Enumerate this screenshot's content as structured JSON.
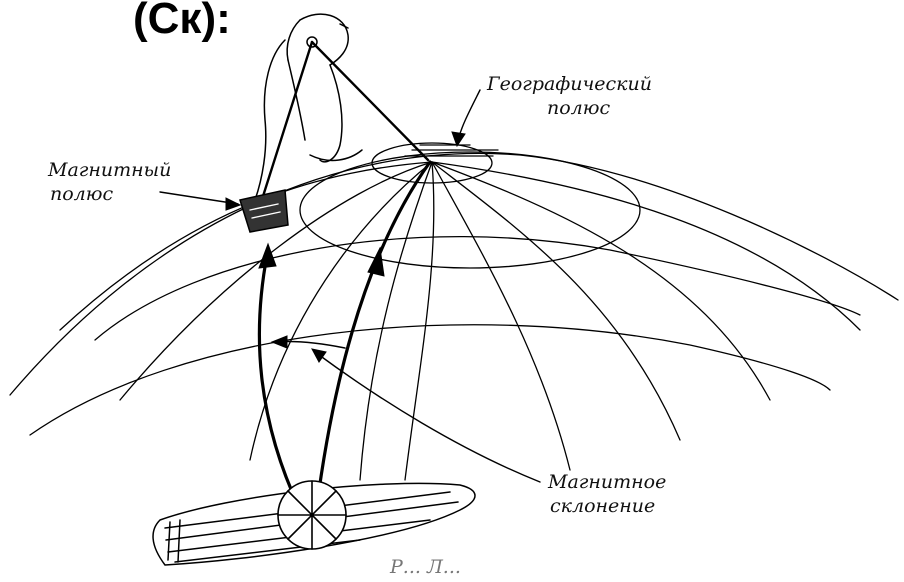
{
  "header": {
    "title": "(Ск):"
  },
  "labels": {
    "geo_pole_line1": "Географический",
    "geo_pole_line2": "полюс",
    "mag_pole_line1": "Магнитный",
    "mag_pole_line2": "полюс",
    "declination_line1": "Магнитное",
    "declination_line2": "склонение",
    "bottom_fragment": "Р...  Л..."
  },
  "colors": {
    "ink": "#000000",
    "background": "#ffffff"
  }
}
